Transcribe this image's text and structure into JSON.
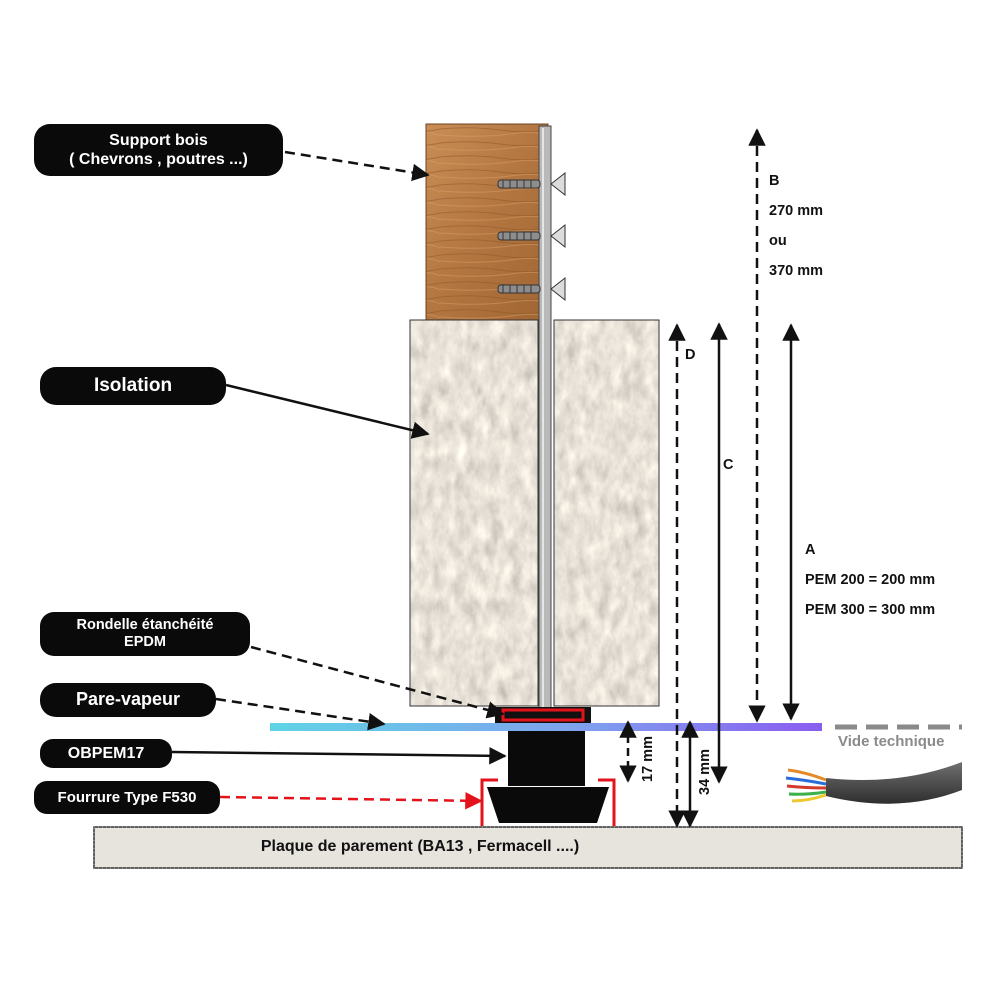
{
  "labels": {
    "support_line1": "Support bois",
    "support_line2": "( Chevrons , poutres ...)",
    "isolation": "Isolation",
    "rondelle_line1": "Rondelle étanchéité",
    "rondelle_line2": "EPDM",
    "pare_vapeur": "Pare-vapeur",
    "obpem": "OBPEM17",
    "fourrure": "Fourrure Type F530",
    "plaque": "Plaque de parement (BA13 , Fermacell ....)",
    "vide_technique": "Vide technique"
  },
  "dimensions": {
    "b_letter": "B",
    "b_value1": "270 mm",
    "b_or": "ou",
    "b_value2": "370 mm",
    "a_letter": "A",
    "a_pem200": "PEM 200 = 200 mm",
    "a_pem300": "PEM 300 = 300 mm",
    "c_letter": "C",
    "d_letter": "D",
    "dim_17": "17 mm",
    "dim_34": "34 mm"
  },
  "colors": {
    "wood": "#b57a45",
    "insulation": "#a59e93",
    "red": "#e3121b",
    "vapour_start": "#5fd3e6",
    "vapour_end": "#8a5cf0",
    "plate": "#e7e4de"
  }
}
